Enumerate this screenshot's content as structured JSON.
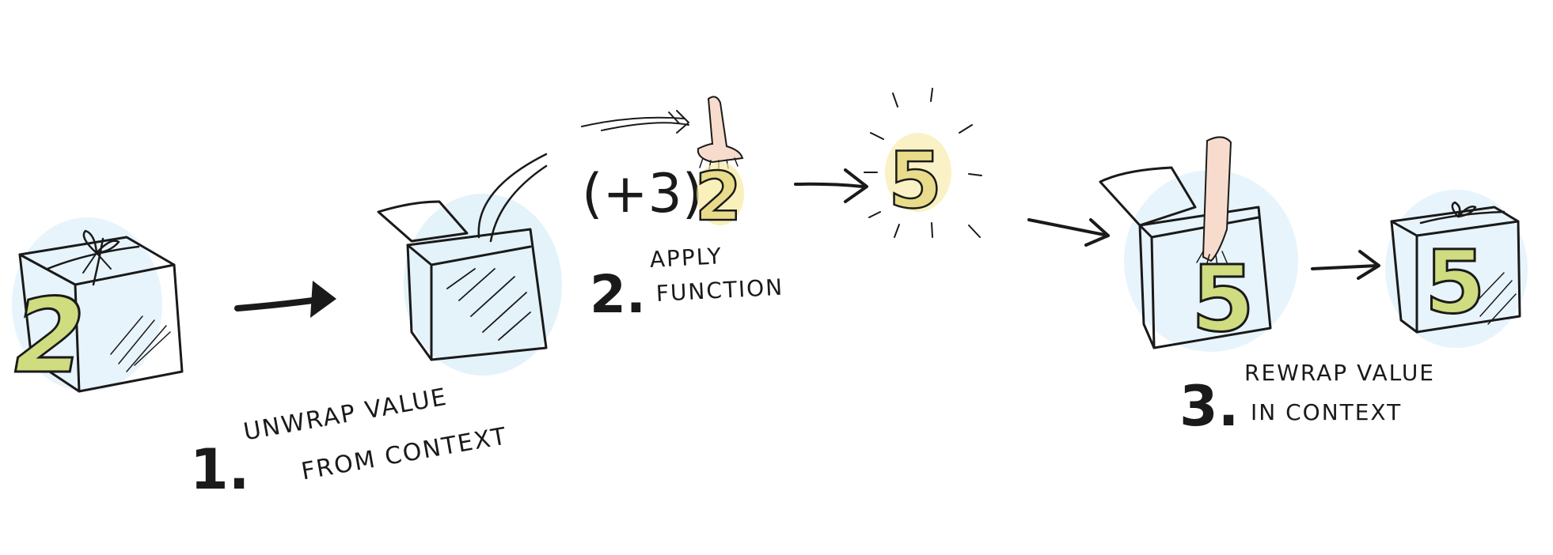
{
  "steps": [
    {
      "number": "1.",
      "line1": "UNWRAP VALUE",
      "line2": "FROM CONTEXT"
    },
    {
      "number": "2.",
      "line1": "APPLY",
      "line2": "FUNCTION"
    },
    {
      "number": "3.",
      "line1": "REWRAP VALUE",
      "line2": "IN CONTEXT"
    }
  ],
  "values": {
    "input": "2",
    "function": "(+3)",
    "output": "5"
  },
  "colors": {
    "box_fill": "#d8ecf8",
    "digit_fill": "#d4e08a",
    "digit_highlight": "#f6e9a0",
    "arm_fill": "#f7dccd",
    "ink": "#1a1a1a"
  },
  "icons": [
    "wrapped-box-icon",
    "open-box-icon",
    "hand-icon",
    "sparkle-icon",
    "arrow-icon"
  ]
}
